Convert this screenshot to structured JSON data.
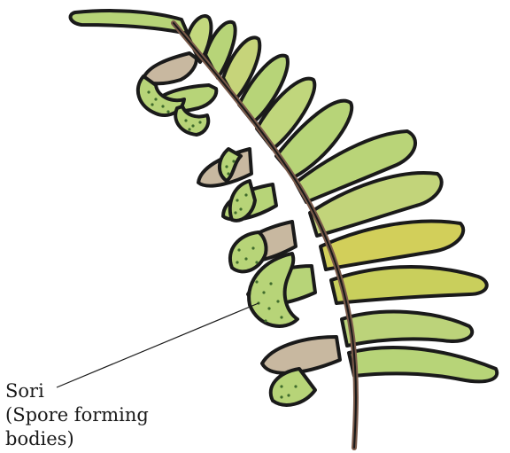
{
  "labels": {
    "line1": "Sori",
    "line2": "(Spore forming",
    "line3": "bodies)"
  },
  "colors": {
    "leaf_green": "#b7d478",
    "leaf_yellow": "#d2cf5a",
    "leaf_tan": "#c8b8a0",
    "spore_dots": "#3f6b2c",
    "outline": "#1a1a1a"
  }
}
